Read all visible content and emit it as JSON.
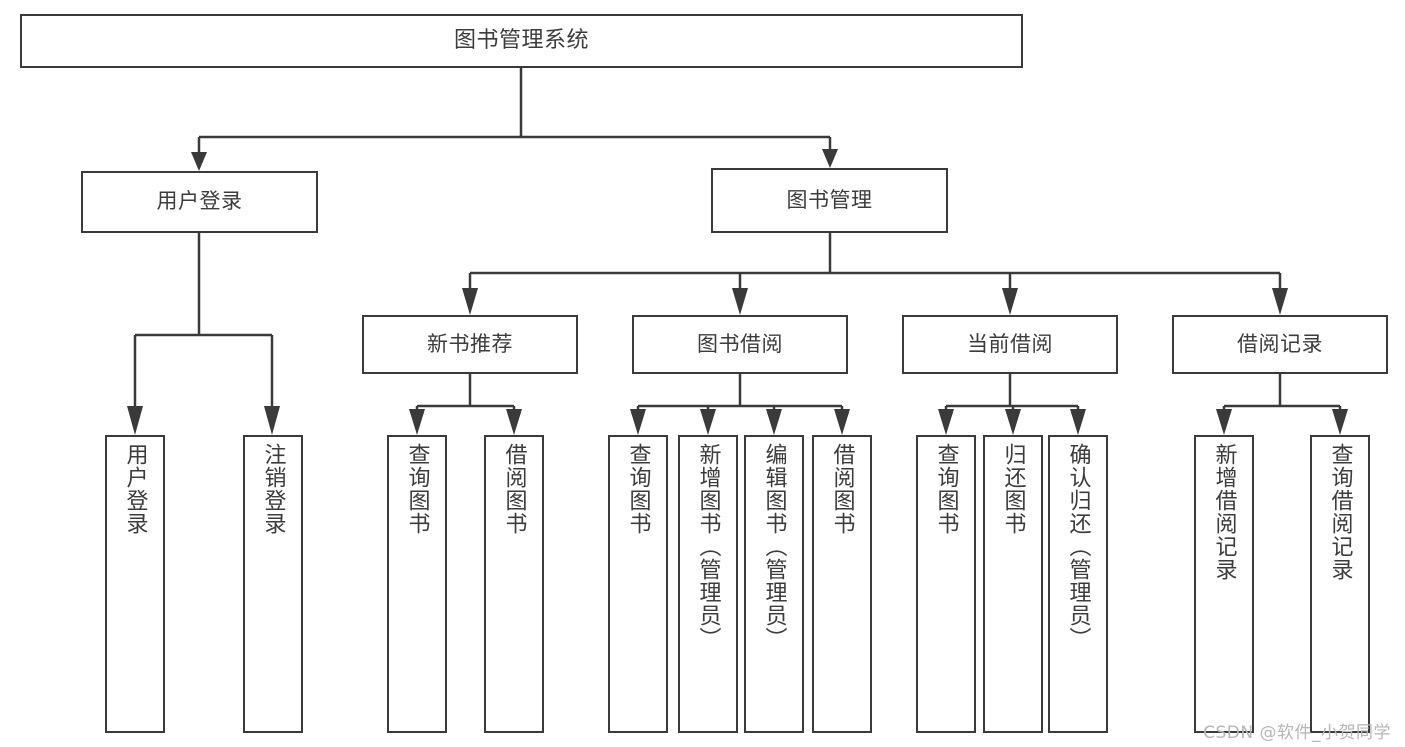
{
  "diagram": {
    "type": "tree",
    "title": "图书管理系统",
    "orientation": "top-down",
    "colors": {
      "background": "#ffffff",
      "box_fill": "#ffffff",
      "box_border": "#3a3a3a",
      "text": "#3c3c3c",
      "connector": "#3a3a3a",
      "watermark": "#b6b6b6"
    },
    "root": {
      "label": "图书管理系统"
    },
    "level2": [
      {
        "label": "用户登录"
      },
      {
        "label": "图书管理"
      }
    ],
    "level3": [
      {
        "label": "新书推荐"
      },
      {
        "label": "图书借阅"
      },
      {
        "label": "当前借阅"
      },
      {
        "label": "借阅记录"
      }
    ],
    "leaves": {
      "user_login": [
        {
          "label": "用户登录"
        },
        {
          "label": "注销登录"
        }
      ],
      "new_book_recommend": [
        {
          "label": "查询图书"
        },
        {
          "label": "借阅图书"
        }
      ],
      "book_borrow": [
        {
          "label": "查询图书"
        },
        {
          "label": "新增图书（管理员）"
        },
        {
          "label": "编辑图书（管理员）"
        },
        {
          "label": "借阅图书"
        }
      ],
      "current_borrow": [
        {
          "label": "查询图书"
        },
        {
          "label": "归还图书"
        },
        {
          "label": "确认归还（管理员）"
        }
      ],
      "borrow_record": [
        {
          "label": "新增借阅记录"
        },
        {
          "label": "查询借阅记录"
        }
      ]
    }
  },
  "watermark": {
    "text": "CSDN @软件_小贺同学"
  }
}
